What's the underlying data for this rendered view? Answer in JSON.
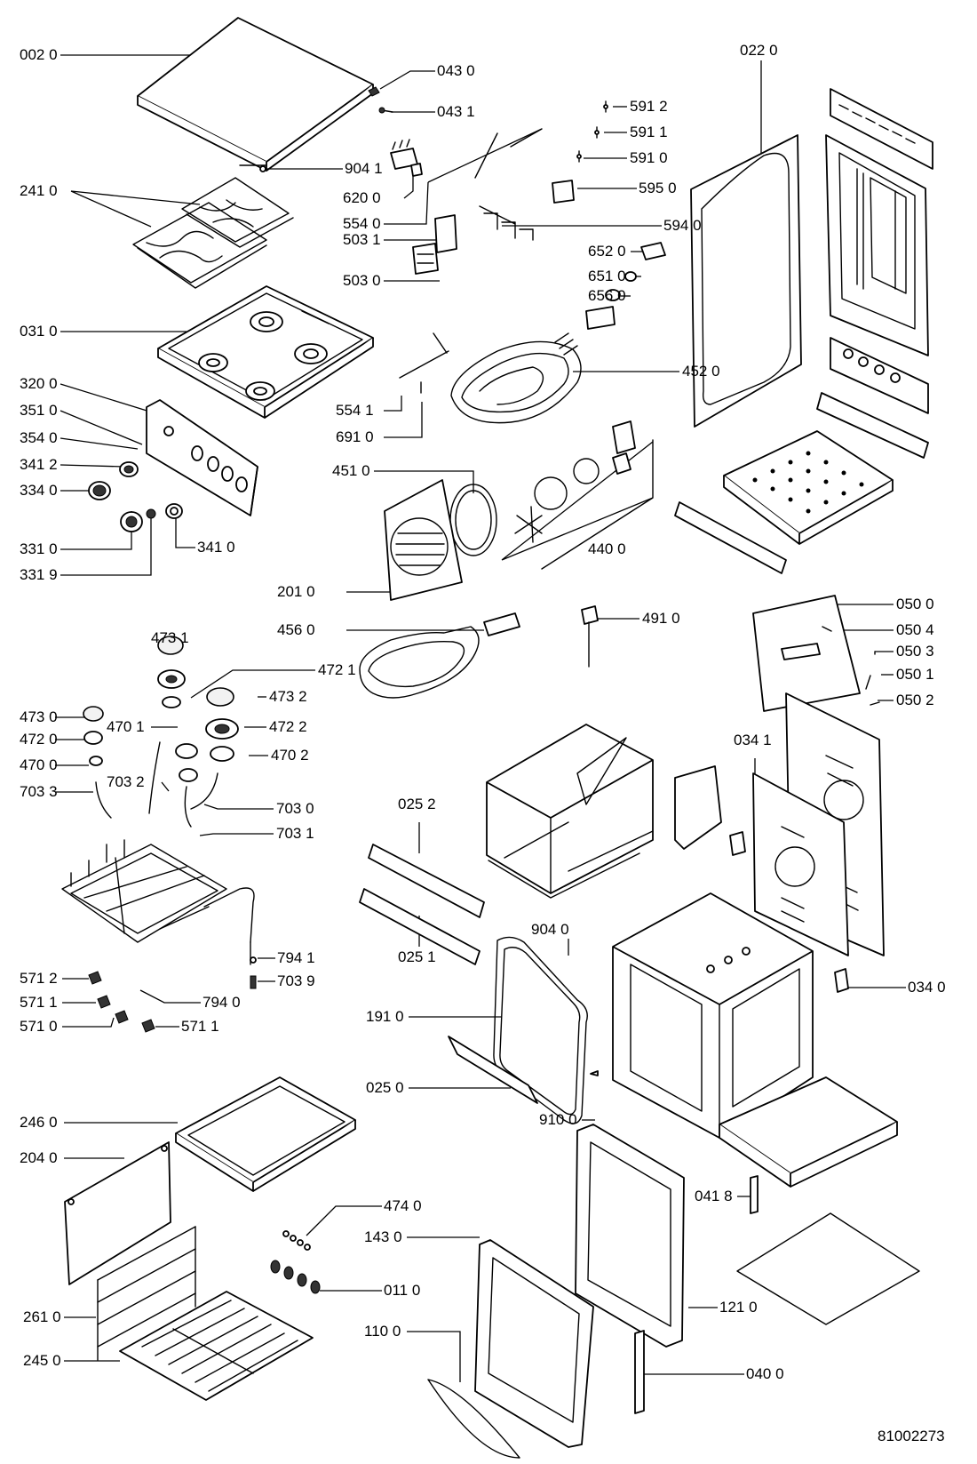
{
  "drawing_number": "81002273",
  "parts": [
    "002 0",
    "043 0",
    "043 1",
    "904 1",
    "241 0",
    "620 0",
    "554 0",
    "503 1",
    "503 0",
    "031 0",
    "591 2",
    "591 1",
    "591 0",
    "595 0",
    "594 0",
    "022 0",
    "652 0",
    "651 0",
    "656 0",
    "452 0",
    "554 1",
    "691 0",
    "320 0",
    "351 0",
    "354 0",
    "341 2",
    "334 0",
    "331 0",
    "331 9",
    "341 0",
    "451 0",
    "440 0",
    "201 0",
    "456 0",
    "491 0",
    "050 0",
    "050 4",
    "050 3",
    "050 1",
    "050 2",
    "473 1",
    "472 1",
    "473 2",
    "473 0",
    "470 1",
    "472 2",
    "472 0",
    "470 2",
    "470 0",
    "703 2",
    "703 0",
    "703 3",
    "703 1",
    "034 1",
    "025 2",
    "025 1",
    "904 0",
    "034 0",
    "794 1",
    "703 9",
    "571 2",
    "794 0",
    "571 1",
    "571 0",
    "571 1",
    "191 0",
    "025 0",
    "910 0",
    "246 0",
    "204 0",
    "041 8",
    "474 0",
    "143 0",
    "011 0",
    "261 0",
    "121 0",
    "110 0",
    "245 0",
    "040 0"
  ]
}
